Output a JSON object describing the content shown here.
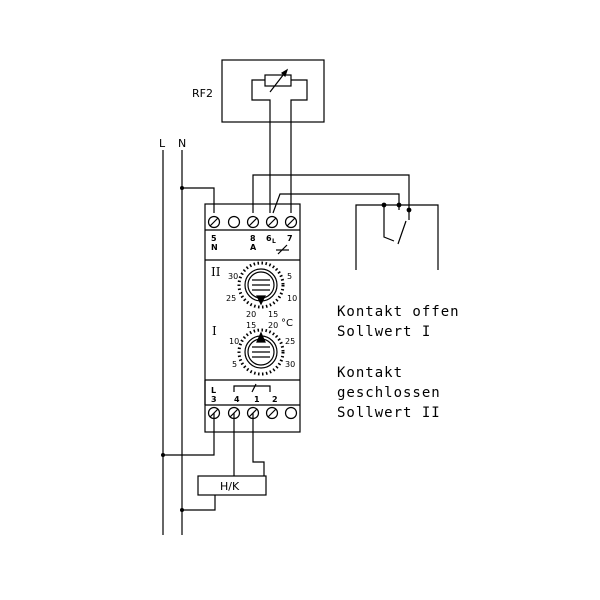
{
  "sensor": {
    "label": "RF2"
  },
  "mains": {
    "l_label": "L",
    "n_label": "N"
  },
  "device": {
    "top_terminals": {
      "t5": "5",
      "tN": "N",
      "t8": "8",
      "tA": "A",
      "t6": "6",
      "tL": "L",
      "t7": "7"
    },
    "bottom_terminals": {
      "tL": "L",
      "t3": "3",
      "t4": "4",
      "t1": "1",
      "t2": "2"
    },
    "dial_2": {
      "label": "II",
      "scale": [
        "30",
        "5",
        "25",
        "10",
        "20",
        "15"
      ]
    },
    "dial_1": {
      "label": "I",
      "scale": [
        "15",
        "20",
        "10",
        "25",
        "5",
        "30"
      ]
    },
    "unit": "°C"
  },
  "hk_box": {
    "label": "H/K"
  },
  "notes": {
    "line1": "Kontakt offen",
    "line2": "Sollwert I",
    "line3": "Kontakt",
    "line4": "geschlossen",
    "line5": "Sollwert II"
  }
}
